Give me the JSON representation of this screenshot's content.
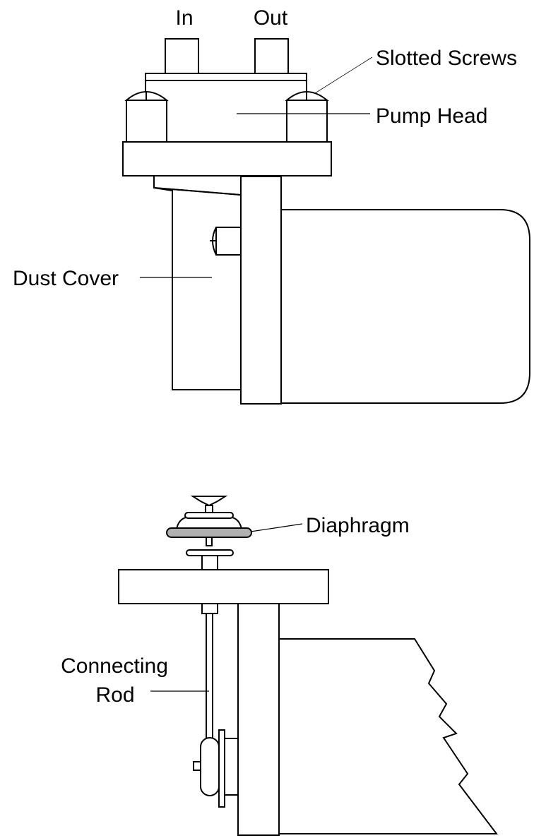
{
  "labels": {
    "in": "In",
    "out": "Out",
    "slotted_screws": "Slotted Screws",
    "pump_head": "Pump Head",
    "dust_cover": "Dust Cover",
    "diaphragm": "Diaphragm",
    "connecting_rod_line1": "Connecting",
    "connecting_rod_line2": "Rod"
  },
  "colors": {
    "line": "#000000",
    "diaphragm_fill": "#b0b0b0",
    "background": "#ffffff"
  }
}
